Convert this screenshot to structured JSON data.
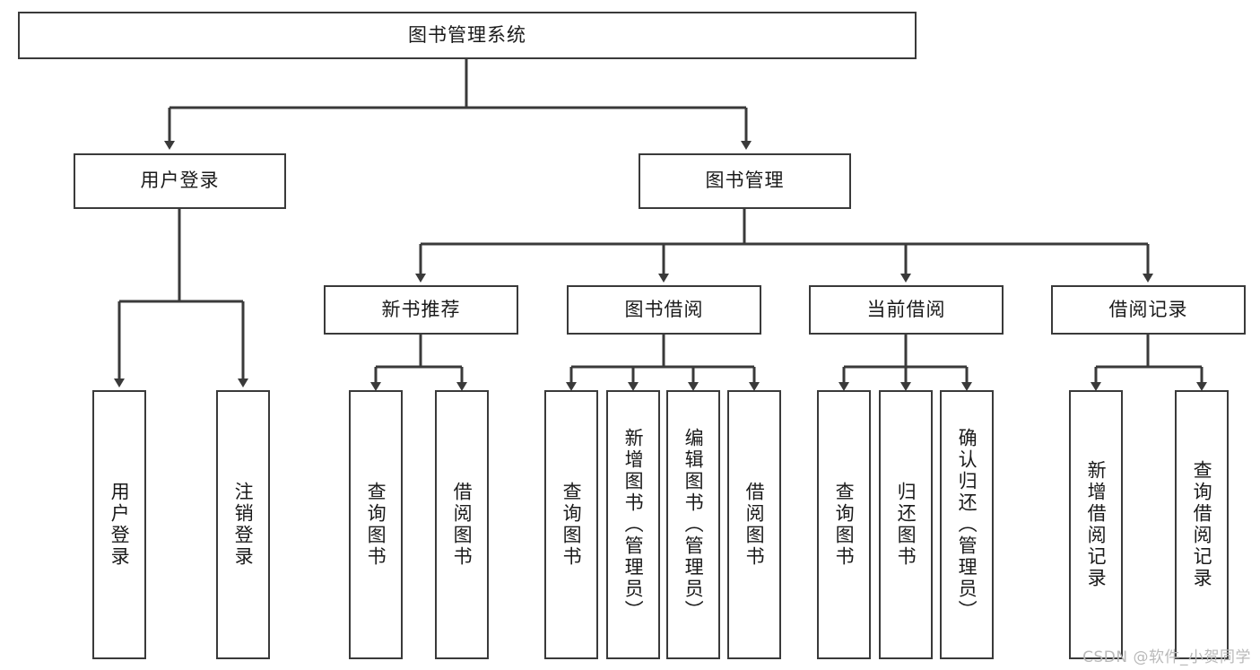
{
  "diagram": {
    "title": "图书管理系统",
    "root": {
      "label": "图书管理系统"
    },
    "level1": [
      {
        "label": "用户登录"
      },
      {
        "label": "图书管理"
      }
    ],
    "level2": [
      {
        "label": "新书推荐"
      },
      {
        "label": "图书借阅"
      },
      {
        "label": "当前借阅"
      },
      {
        "label": "借阅记录"
      }
    ],
    "leaves": [
      {
        "label": "用户登录"
      },
      {
        "label": "注销登录"
      },
      {
        "label": "查询图书"
      },
      {
        "label": "借阅图书"
      },
      {
        "label": "查询图书"
      },
      {
        "label": "新增图书（管理员）"
      },
      {
        "label": "编辑图书（管理员）"
      },
      {
        "label": "借阅图书"
      },
      {
        "label": "查询图书"
      },
      {
        "label": "归还图书"
      },
      {
        "label": "确认归还（管理员）"
      },
      {
        "label": "新增借阅记录"
      },
      {
        "label": "查询借阅记录"
      }
    ],
    "watermark": "CSDN @软件_小贺同学",
    "colors": {
      "stroke": "#3a3a3a",
      "background": "#ffffff",
      "text": "#1a1a1a",
      "watermark": "#b9b9b9"
    }
  },
  "chart_data": {
    "type": "tree-diagram",
    "title": "图书管理系统",
    "orientation": "top-down",
    "nodes": [
      {
        "id": "root",
        "label": "图书管理系统",
        "level": 0,
        "parent": null
      },
      {
        "id": "login",
        "label": "用户登录",
        "level": 1,
        "parent": "root"
      },
      {
        "id": "bookmgmt",
        "label": "图书管理",
        "level": 1,
        "parent": "root"
      },
      {
        "id": "newbook",
        "label": "新书推荐",
        "level": 2,
        "parent": "bookmgmt"
      },
      {
        "id": "borrow",
        "label": "图书借阅",
        "level": 2,
        "parent": "bookmgmt"
      },
      {
        "id": "current",
        "label": "当前借阅",
        "level": 2,
        "parent": "bookmgmt"
      },
      {
        "id": "records",
        "label": "借阅记录",
        "level": 2,
        "parent": "bookmgmt"
      },
      {
        "id": "l1",
        "label": "用户登录",
        "level": 3,
        "parent": "login"
      },
      {
        "id": "l2",
        "label": "注销登录",
        "level": 3,
        "parent": "login"
      },
      {
        "id": "l3",
        "label": "查询图书",
        "level": 3,
        "parent": "newbook"
      },
      {
        "id": "l4",
        "label": "借阅图书",
        "level": 3,
        "parent": "newbook"
      },
      {
        "id": "l5",
        "label": "查询图书",
        "level": 3,
        "parent": "borrow"
      },
      {
        "id": "l6",
        "label": "新增图书（管理员）",
        "level": 3,
        "parent": "borrow"
      },
      {
        "id": "l7",
        "label": "编辑图书（管理员）",
        "level": 3,
        "parent": "borrow"
      },
      {
        "id": "l8",
        "label": "借阅图书",
        "level": 3,
        "parent": "borrow"
      },
      {
        "id": "l9",
        "label": "查询图书",
        "level": 3,
        "parent": "current"
      },
      {
        "id": "l10",
        "label": "归还图书",
        "level": 3,
        "parent": "current"
      },
      {
        "id": "l11",
        "label": "确认归还（管理员）",
        "level": 3,
        "parent": "current"
      },
      {
        "id": "l12",
        "label": "新增借阅记录",
        "level": 3,
        "parent": "records"
      },
      {
        "id": "l13",
        "label": "查询借阅记录",
        "level": 3,
        "parent": "records"
      }
    ]
  }
}
